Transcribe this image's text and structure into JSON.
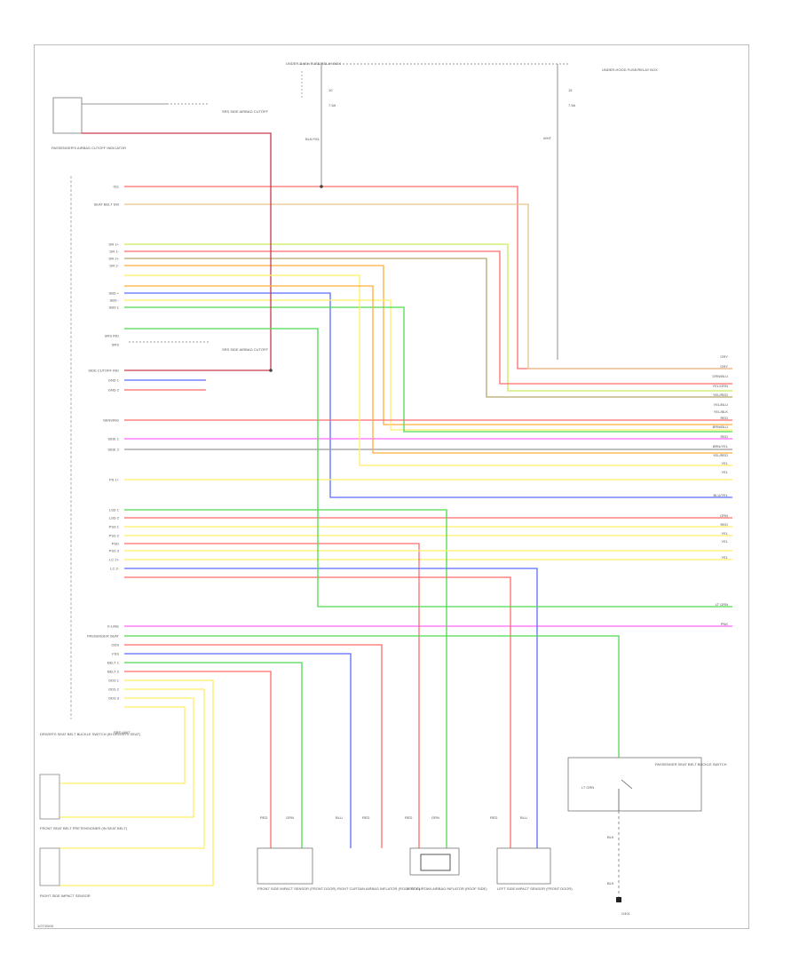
{
  "diagram": {
    "footer_code": "1/27/2009",
    "top_block": {
      "fuse_box": "UNDER-DASH FUSE/RELAY BOX",
      "fuse_a_num": "10",
      "fuse_a_amp": "7.5A",
      "fuse_b_title": "UNDER-HOOD FUSE/RELAY BOX",
      "fuse_b_num": "15",
      "fuse_b_amp": "7.5A",
      "fuse_b_wire": "WHT",
      "fuse_a_wire": "BLK/YEL",
      "pass_airbag": "PASSENGER'S AIRBAG CUTOFF INDICATOR",
      "rel_note": "SRS SIDE AIRBAG CUTOFF",
      "rel_note2": "SRS SIDE AIRBAG CUTOFF"
    },
    "srs_unit": "SRS UNIT",
    "left_labels": [
      "IG1",
      "SEAT BELT SW",
      "DR 1+",
      "DR 1-",
      "DR 2+",
      "DR 2-",
      "SBS +",
      "SBS -",
      "SBS 1",
      "SRS IND",
      "SRS",
      "SIDE CUTOFF IND",
      "GND 1",
      "GND 2",
      "SENSING",
      "SIDE 1",
      "SIDE 2",
      "PS 1+",
      "LSD 1",
      "LSD 2",
      "PSS 1",
      "PSS 2",
      "PSD",
      "PSS 3",
      "LC 2+",
      "LC 2-",
      "K-LINE",
      "PASSENGER SEAT",
      "ODS",
      "FSS",
      "BELT 1",
      "BELT 2",
      "ODS 1",
      "ODS 2",
      "ODS 3"
    ],
    "right_wire_labels": [
      "GRY",
      "GRY",
      "ORN/BLU",
      "YEL/GRN",
      "YEL/RED",
      "YEL/BLU",
      "YEL/BLK",
      "RED",
      "BRN/BLU",
      "RED",
      "BRN/YEL",
      "YEL/RED",
      "YEL",
      "YEL",
      "BLU/YEL",
      "GRN",
      "RED",
      "YEL",
      "YEL",
      "YEL",
      "LT GRN",
      "PNK"
    ],
    "bottom_components": [
      "FRONT SIDE IMPACT SENSOR (FRONT DOOR)",
      "RIGHT CURTAIN AIRBAG INFLATOR (ROOF SIDE)",
      "LEFT CURTAIN AIRBAG INFLATOR (ROOF SIDE)",
      "LEFT SIDE IMPACT SENSOR (FRONT DOOR)"
    ],
    "bottom_connector_labels": [
      "RED",
      "GRN",
      "BLU",
      "RED",
      "RED",
      "GRN",
      "RED",
      "BLU"
    ],
    "left_components": [
      "DRIVER'S SEAT BELT BUCKLE SWITCH (IN DRIVER'S SEAT)",
      "FRONT SEAT BELT PRETENSIONER (IN SEAT BELT)",
      "RIGHT SIDE IMPACT SENSOR"
    ],
    "left_comp_wire": "YEL",
    "passenger_switch": {
      "title": "PASSENGER SEAT BELT BUCKLE SWITCH",
      "labels": [
        "LT GRN",
        "BLK",
        "BLK"
      ],
      "gnd_label": "G401"
    },
    "colors": {
      "red": "#ff6b6b",
      "green": "#4ddb4d",
      "yellow": "#ffee66",
      "blue": "#5b6bff",
      "pink": "#ff66ff",
      "orange": "#ffae3d",
      "tan": "#e7c48a",
      "lime": "#c6ec5a",
      "olive": "#b3a86a",
      "gray": "#9a9a9a",
      "dark_red": "#c83a4e"
    }
  }
}
